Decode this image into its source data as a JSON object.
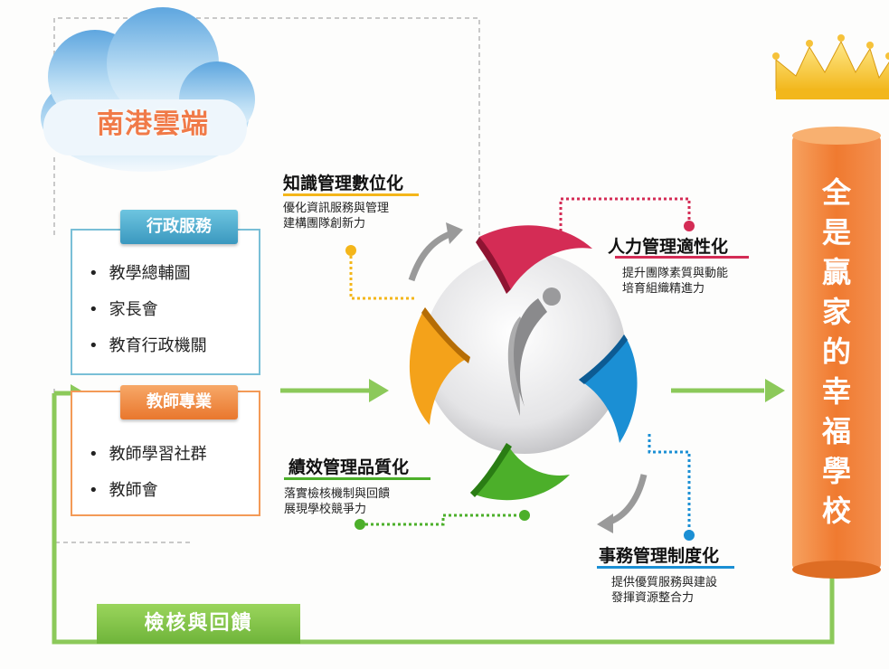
{
  "cloud": {
    "label": "南港雲端",
    "icon": "cloud-icon"
  },
  "admin_box": {
    "tag": "行政服務",
    "items": [
      "教學總輔圖",
      "家長會",
      "教育行政機關"
    ]
  },
  "teacher_box": {
    "tag": "教師專業",
    "items": [
      "教師學習社群",
      "教師會"
    ]
  },
  "knowledge": {
    "title": "知識管理數位化",
    "lines": [
      "優化資訊服務與管理",
      "建構團隊創新力"
    ]
  },
  "hr": {
    "title": "人力管理適性化",
    "lines": [
      "提升團隊素質與動能",
      "培育組織精進力"
    ]
  },
  "performance": {
    "title": "績效管理品質化",
    "lines": [
      "落實檢核機制與回饋",
      "展現學校競爭力"
    ]
  },
  "affairs": {
    "title": "事務管理制度化",
    "lines": [
      "提供優質服務與建設",
      "發揮資源整合力"
    ]
  },
  "pillar": {
    "chars": [
      "全",
      "是",
      "贏",
      "家",
      "的",
      "幸",
      "福",
      "學",
      "校"
    ],
    "icon": "crown-icon"
  },
  "feedback": {
    "label": "檢核與回饋"
  },
  "colors": {
    "green": "#7ec34a",
    "blue": "#79bfd7",
    "orange": "#f39a57",
    "pink": "#d4264a",
    "pillar": "#f07a30"
  }
}
